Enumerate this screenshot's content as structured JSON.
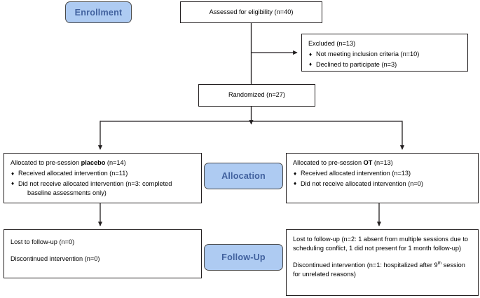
{
  "diagram": {
    "title": "CONSORT participant flow diagram",
    "accent_blue_fill": "#aecbf2",
    "accent_blue_text": "#41619e",
    "line_color": "#231f20",
    "bullet_glyph": "♦"
  },
  "stages": {
    "enrollment": "Enrollment",
    "allocation": "Allocation",
    "followup": "Follow-Up"
  },
  "boxes": {
    "eligibility": {
      "text": "Assessed for eligibility (n=40)"
    },
    "excluded": {
      "title": "Excluded (n=13)",
      "items": [
        "Not meeting inclusion criteria (n=10)",
        "Declined to participate (n=3)"
      ]
    },
    "randomized": {
      "text": "Randomized (n=27)"
    },
    "allocated_left": {
      "title_pre": "Allocated to pre-session ",
      "title_bold": "placebo",
      "title_post": " (n=14)",
      "items": [
        "Received allocated intervention (n=11)",
        "Did not receive allocated intervention (n=3: completed"
      ],
      "item2_wrap": "baseline assessments only)"
    },
    "allocated_right": {
      "title_pre": "Allocated to pre-session ",
      "title_bold": "OT",
      "title_post": " (n=13)",
      "items": [
        "Received allocated intervention (n=13)",
        "Did not receive allocated intervention (n=0)"
      ]
    },
    "followup_left": {
      "lost": "Lost to follow-up (n=0)",
      "discontinued": "Discontinued intervention (n=0)"
    },
    "followup_right": {
      "lost": "Lost to follow-up (n=2: 1 absent from multiple sessions due to scheduling conflict, 1 did not present for 1 month follow-up)",
      "discontinued_pre": "Discontinued intervention (n=1: hospitalized after 9",
      "discontinued_sup": "th",
      "discontinued_post": " session for unrelated reasons)"
    }
  }
}
